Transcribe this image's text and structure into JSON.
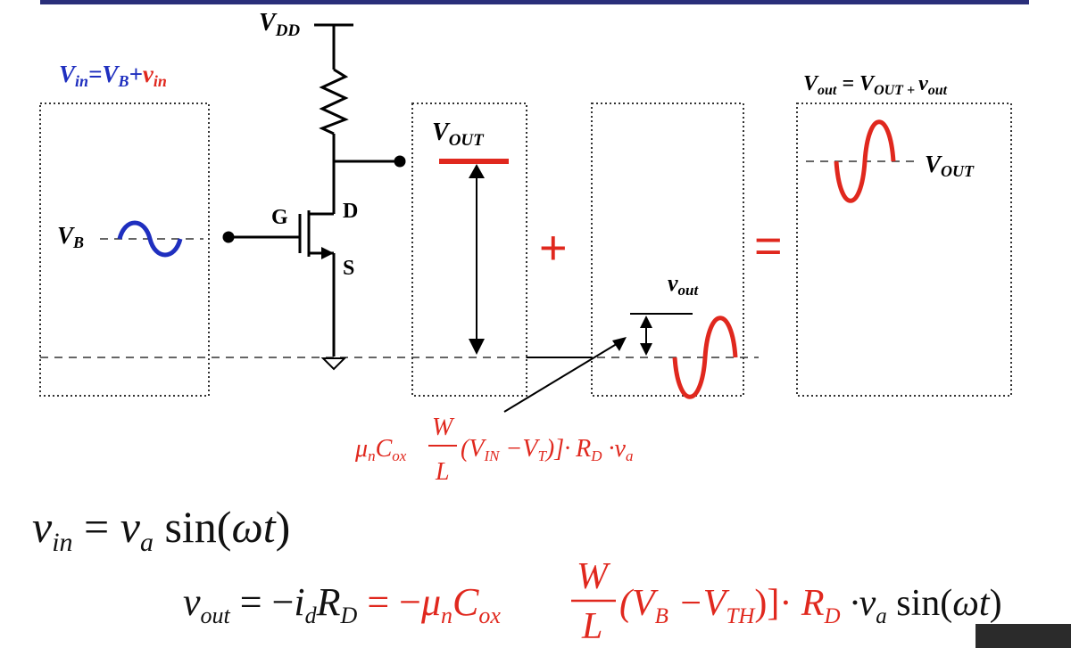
{
  "labels": {
    "vdd": "V",
    "vdd_sub": "DD",
    "vin_def": {
      "v": "V",
      "v_sub": "in",
      "eq": "=",
      "vb": "V",
      "vb_sub": "B",
      "plus": "+",
      "vs": "v",
      "vs_sub": "in"
    },
    "vb_left": "V",
    "vb_left_sub": "B",
    "gate": "G",
    "drain": "D",
    "source": "S",
    "vout_dc": "V",
    "vout_dc_sub": "OUT",
    "plus_sign": "+",
    "equals_sign": "=",
    "vout_small": "v",
    "vout_small_sub": "out",
    "vout_total": {
      "v": "V",
      "v_sub": "out",
      "eq": " = ",
      "V": "V",
      "V_sub": "OUT + ",
      "vs": "v",
      "vs_sub": "out"
    },
    "vout_dc_right": "V",
    "vout_dc_right_sub": "OUT"
  },
  "gain_expr": {
    "mu": "μ",
    "mu_sub": "n",
    "c": "C",
    "c_sub": "ox",
    "num": "W",
    "den": "L",
    "paren": "(V",
    "vin_sub": "IN",
    "minus": " −V",
    "vt_sub": "T",
    "close": ")]·",
    "rd": "R",
    "rd_sub": "D",
    "dot": " ·v",
    "va_sub": "a"
  },
  "eq1": {
    "v": "v",
    "v_sub": "in",
    "eq": " = ",
    "va": "v",
    "va_sub": "a",
    "sin": " sin(",
    "omega": "ωt",
    "close": ")"
  },
  "eq2": {
    "v": "v",
    "v_sub": "out",
    "eq1": " = −",
    "i": "i",
    "i_sub": "d",
    "r": "R",
    "r_sub": "D",
    "eq2": " = −",
    "mu": "μ",
    "mu_sub": "n",
    "c": "C",
    "c_sub": "ox",
    "num": "W",
    "den": "L",
    "paren": "(V",
    "vb_sub": "B",
    "minus": " −V",
    "vth_sub": "TH",
    "close": ")]·",
    "rd": " R",
    "rd_sub": "D",
    "dot": " ·v",
    "va_sub": "a",
    "sin": " sin(",
    "omega": "ωt",
    "close2": ")"
  },
  "colors": {
    "red": "#e0281e",
    "blue": "#1f2fbf",
    "header": "#2a2f7a"
  }
}
